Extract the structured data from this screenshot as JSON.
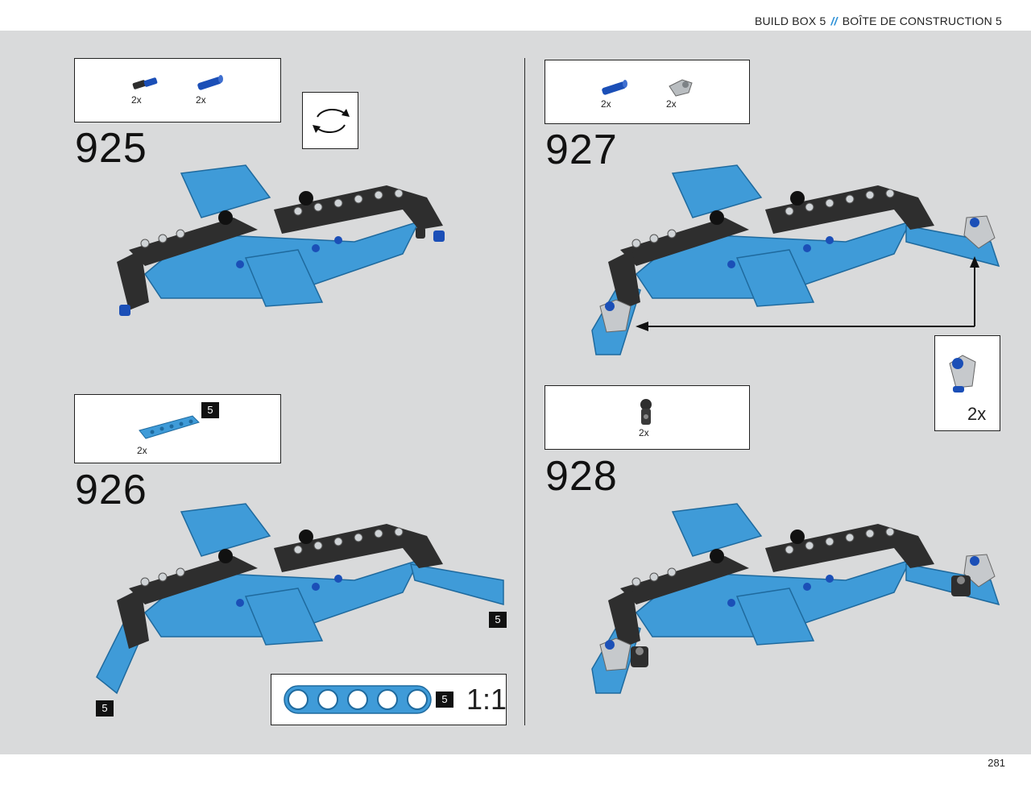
{
  "header": {
    "left": "BUILD BOX 5",
    "separator": "//",
    "right": "BOÎTE DE CONSTRUCTION 5"
  },
  "footer": {
    "page_number": "281"
  },
  "steps": [
    {
      "number": "925",
      "parts": [
        {
          "qty": "2x",
          "icon": "black-blue-axle-pin-icon"
        },
        {
          "qty": "2x",
          "icon": "blue-axle-pin-icon"
        }
      ]
    },
    {
      "number": "926",
      "parts": [
        {
          "qty": "2x",
          "icon": "blue-beam-5-icon",
          "badge": "5"
        }
      ]
    },
    {
      "number": "927",
      "parts": [
        {
          "qty": "2x",
          "icon": "blue-axle-pin-icon"
        },
        {
          "qty": "2x",
          "icon": "grey-connector-icon"
        }
      ]
    },
    {
      "number": "928",
      "parts": [
        {
          "qty": "2x",
          "icon": "black-ball-joint-icon"
        }
      ]
    }
  ],
  "callouts": {
    "rotate": {
      "icon": "rotate-model-icon"
    },
    "subassembly_qty": "2x",
    "beam_badge_right": "5",
    "beam_badge_left": "5",
    "scale_badge": "5",
    "scale_ratio": "1:1"
  },
  "colors": {
    "canvas": "#d9dadb",
    "azure": "#3f9bd8",
    "dark_beam": "#2e2e2e",
    "blue_pin": "#1b4fb7",
    "accent": "#2a8fd6"
  }
}
